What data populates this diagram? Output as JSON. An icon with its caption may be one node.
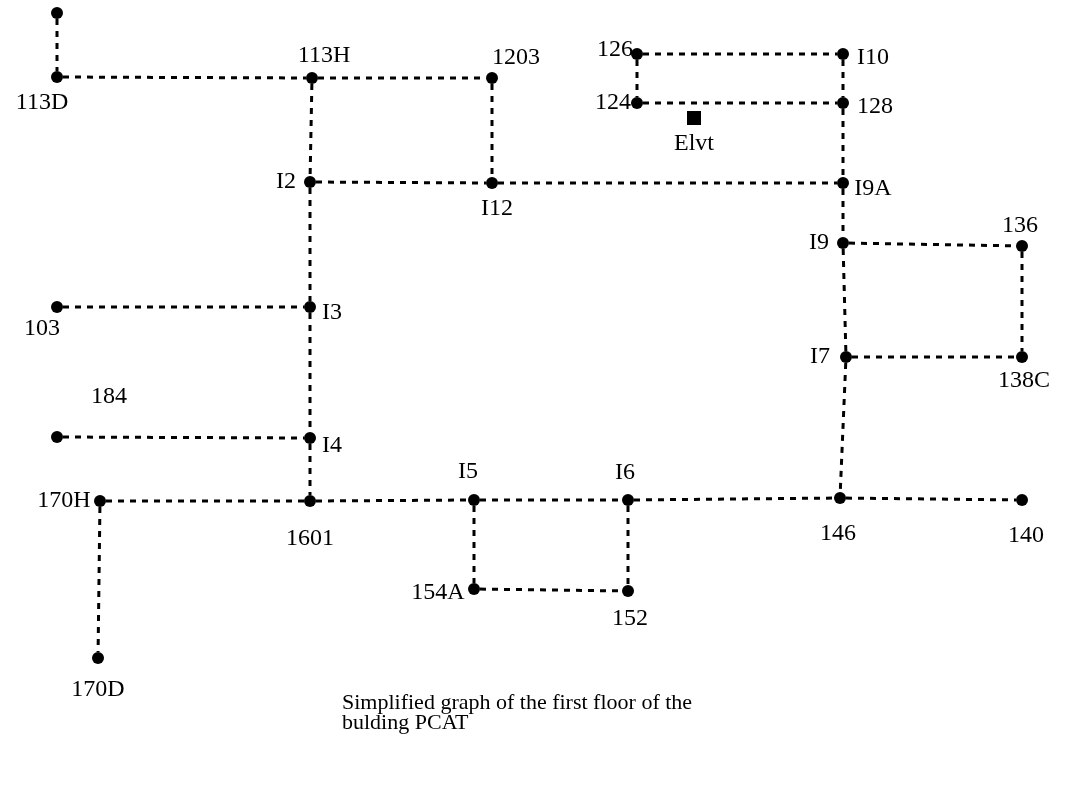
{
  "diagram": {
    "caption": "Simplified graph of the first floor of the bulding PCAT",
    "nodes": [
      {
        "text": [],
        "shape": "circle"
      },
      {
        "text": [
          "113D"
        ]
      },
      {
        "text": [
          "113H"
        ]
      },
      {
        "text": [
          "1203"
        ]
      },
      {
        "text": [
          "126"
        ]
      },
      {
        "text": [
          "I10"
        ]
      },
      {
        "text": [
          "124"
        ]
      },
      {
        "text": [
          "128"
        ]
      },
      {
        "text": [
          "Elvt"
        ]
      },
      {
        "text": [
          "I2"
        ]
      },
      {
        "text": [
          "I12"
        ]
      },
      {
        "text": [
          "I9A"
        ]
      },
      {
        "text": [
          "I9"
        ]
      },
      {
        "text": [
          "136"
        ]
      },
      {
        "text": [
          "103"
        ]
      },
      {
        "text": [
          "I3"
        ]
      },
      {
        "text": [
          "I7"
        ]
      },
      {
        "text": [
          "138C"
        ]
      },
      {
        "text": [
          "184"
        ]
      },
      {
        "text": [
          "I4"
        ]
      },
      {
        "text": [
          "170H"
        ]
      },
      {
        "text": [
          "1601"
        ]
      },
      {
        "text": [
          "I5"
        ]
      },
      {
        "text": [
          "I6"
        ]
      },
      {
        "text": [
          "146"
        ]
      },
      {
        "text": [
          "140"
        ]
      },
      {
        "text": [
          "154A"
        ]
      },
      {
        "text": [
          "152"
        ]
      },
      {
        "text": [
          "170D"
        ]
      }
    ],
    "edges": [
      {
        "from": 0,
        "to": 1,
        "arrow": "none",
        "style": "dashed"
      },
      {
        "from": 1,
        "to": 2,
        "arrow": "none",
        "style": "dashed"
      },
      {
        "from": 2,
        "to": 3,
        "arrow": "none",
        "style": "dashed"
      },
      {
        "from": 2,
        "to": 9,
        "arrow": "none",
        "style": "dashed"
      },
      {
        "from": 3,
        "to": 10,
        "arrow": "none",
        "style": "dashed"
      },
      {
        "from": 4,
        "to": 5,
        "arrow": "none",
        "style": "dashed"
      },
      {
        "from": 4,
        "to": 6,
        "arrow": "none",
        "style": "dashed"
      },
      {
        "from": 6,
        "to": 7,
        "arrow": "none",
        "style": "dashed"
      },
      {
        "from": 5,
        "to": 7,
        "arrow": "none",
        "style": "dashed"
      },
      {
        "from": 7,
        "to": 11,
        "arrow": "none",
        "style": "dashed"
      },
      {
        "from": 9,
        "to": 10,
        "arrow": "none",
        "style": "dashed"
      },
      {
        "from": 10,
        "to": 11,
        "arrow": "none",
        "style": "dashed"
      },
      {
        "from": 11,
        "to": 12,
        "arrow": "none",
        "style": "dashed"
      },
      {
        "from": 9,
        "to": 15,
        "arrow": "none",
        "style": "dashed"
      },
      {
        "from": 12,
        "to": 13,
        "arrow": "none",
        "style": "dashed"
      },
      {
        "from": 13,
        "to": 17,
        "arrow": "none",
        "style": "dashed"
      },
      {
        "from": 12,
        "to": 16,
        "arrow": "none",
        "style": "dashed"
      },
      {
        "from": 16,
        "to": 17,
        "arrow": "none",
        "style": "dashed"
      },
      {
        "from": 14,
        "to": 15,
        "arrow": "none",
        "style": "dashed"
      },
      {
        "from": 15,
        "to": 19,
        "arrow": "none",
        "style": "dashed"
      },
      {
        "from": 18,
        "to": 19,
        "arrow": "none",
        "style": "dashed"
      },
      {
        "from": 19,
        "to": 21,
        "arrow": "none",
        "style": "dashed"
      },
      {
        "from": 16,
        "to": 24,
        "arrow": "none",
        "style": "dashed"
      },
      {
        "from": 20,
        "to": 21,
        "arrow": "none",
        "style": "dashed"
      },
      {
        "from": 21,
        "to": 22,
        "arrow": "none",
        "style": "dashed"
      },
      {
        "from": 22,
        "to": 23,
        "arrow": "none",
        "style": "dashed"
      },
      {
        "from": 23,
        "to": 24,
        "arrow": "none",
        "style": "dashed"
      },
      {
        "from": 24,
        "to": 25,
        "arrow": "none",
        "style": "dashed"
      },
      {
        "from": 20,
        "to": 28,
        "arrow": "none",
        "style": "dashed"
      },
      {
        "from": 22,
        "to": 26,
        "arrow": "none",
        "style": "dashed"
      },
      {
        "from": 23,
        "to": 27,
        "arrow": "none",
        "style": "dashed"
      },
      {
        "from": 26,
        "to": 27,
        "arrow": "none",
        "style": "dashed"
      }
    ]
  }
}
